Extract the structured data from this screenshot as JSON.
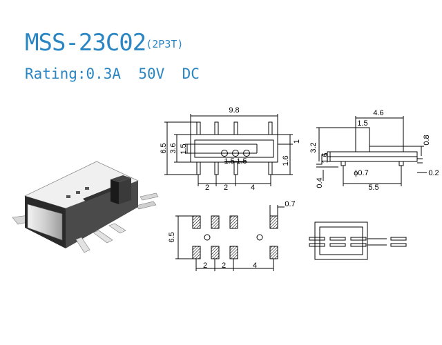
{
  "header": {
    "model": "MSS-23C02",
    "configuration": "(2P3T)",
    "rating": "Rating:0.3A  50V  DC"
  },
  "colors": {
    "title": "#2a86c3",
    "drawing": "#000000"
  },
  "top_view": {
    "overall_width": "9.8",
    "overall_height": "6.5",
    "body_height": "3.6",
    "inner_height": "1.5",
    "hole_pitch_1": "1.5",
    "hole_pitch_2": "1.5",
    "right_top_gap": "1",
    "right_height": "1.6",
    "pin_pitch_1": "2",
    "pin_pitch_2": "2",
    "pin_pitch_3": "4"
  },
  "side_view": {
    "overall_width": "4.6",
    "actuator_width": "1.5",
    "height": "3.2",
    "base_height": "1.6",
    "actuator_right": "0.8",
    "lead_thickness": "0.4",
    "lead_right": "0.2",
    "peg_diameter": "ϕ0.7",
    "peg_spacing": "5.5"
  },
  "footprint": {
    "pad_width": "0.7",
    "row_spacing": "6.5",
    "pitch_1": "2",
    "pitch_2": "2",
    "pitch_3": "4"
  }
}
